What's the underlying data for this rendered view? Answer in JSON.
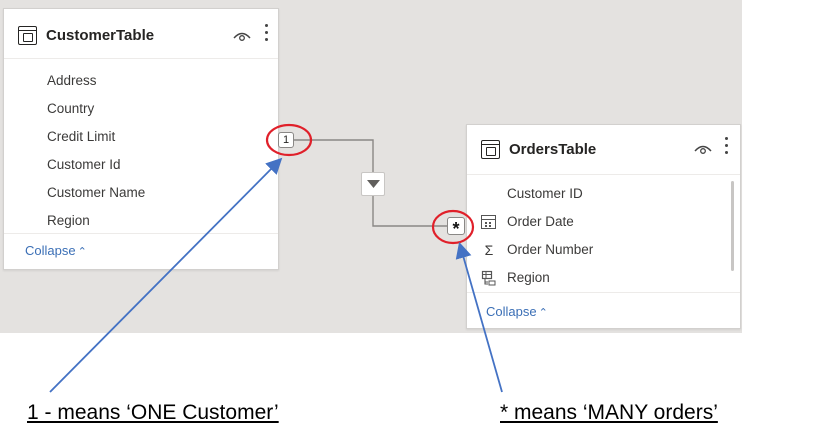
{
  "customer_table": {
    "title": "CustomerTable",
    "fields": [
      "Address",
      "Country",
      "Credit Limit",
      "Customer Id",
      "Customer Name",
      "Region"
    ],
    "collapse_label": "Collapse"
  },
  "orders_table": {
    "title": "OrdersTable",
    "fields": [
      {
        "label": "Customer ID",
        "icon": "none"
      },
      {
        "label": "Order Date",
        "icon": "calendar-icon"
      },
      {
        "label": "Order Number",
        "icon": "sigma-icon"
      },
      {
        "label": "Region",
        "icon": "hierarchy-icon"
      }
    ],
    "collapse_label": "Collapse"
  },
  "relationship": {
    "one_marker": "1",
    "many_marker": "*"
  },
  "annotations": {
    "one_label": "1 - means ‘ONE Customer’",
    "many_label": "* means ‘MANY orders’"
  },
  "colors": {
    "canvas": "#e4e2e0",
    "highlight_circle": "#e0202a",
    "arrow": "#4472c4",
    "link": "#3b6fb6"
  }
}
